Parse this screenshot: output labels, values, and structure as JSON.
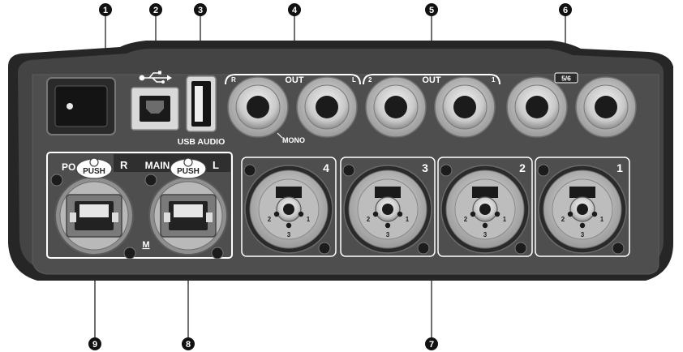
{
  "callouts": [
    {
      "number": "1"
    },
    {
      "number": "2"
    },
    {
      "number": "3"
    },
    {
      "number": "4"
    },
    {
      "number": "5"
    },
    {
      "number": "6"
    },
    {
      "number": "7"
    },
    {
      "number": "8"
    },
    {
      "number": "9"
    }
  ],
  "labels": {
    "usb_audio": "USB AUDIO",
    "out_group_a": "OUT",
    "out_group_a_left_ch": "R",
    "out_group_a_right_ch": "L",
    "mono": "MONO",
    "out_group_b": "OUT",
    "out_group_b_left_ch": "2",
    "out_group_b_right_ch": "1",
    "aux_56": "5/6",
    "power_prefix": "PO",
    "main_r": "R",
    "main": "MAIN",
    "main_l": "L",
    "push_left": "PUSH",
    "push_right": "PUSH",
    "m_mark": "M"
  },
  "combo_inputs": [
    {
      "channel": "4",
      "pin2": "2",
      "pin1": "1",
      "pin3": "3"
    },
    {
      "channel": "3",
      "pin2": "2",
      "pin1": "1",
      "pin3": "3"
    },
    {
      "channel": "2",
      "pin2": "2",
      "pin1": "1",
      "pin3": "3"
    },
    {
      "channel": "1",
      "pin2": "2",
      "pin1": "1",
      "pin3": "3"
    }
  ],
  "colors": {
    "chassis": "#3a3a3a",
    "panel": "#4a4a4a",
    "jack_silver": "#d4d4d4",
    "callout": "#111111"
  }
}
